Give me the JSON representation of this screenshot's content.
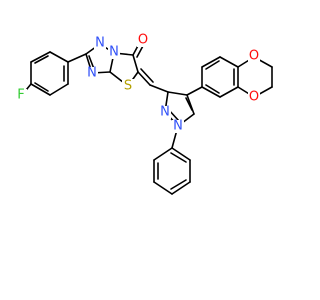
{
  "diagram": {
    "type": "chemical-structure",
    "atom_labels": {
      "fluorine": "F",
      "triazole_n1": "N",
      "triazole_n2": "N",
      "triazole_n3": "N",
      "sulfur": "S",
      "carbonyl_oxygen": "O",
      "dioxane_o1": "O",
      "dioxane_o2": "O",
      "pyrazole_n1": "N",
      "pyrazole_n2": "N"
    },
    "colors": {
      "bond": "#000000",
      "F": "#33cc33",
      "N": "#3050f8",
      "O": "#ff0d0d",
      "S": "#b3a000"
    }
  }
}
